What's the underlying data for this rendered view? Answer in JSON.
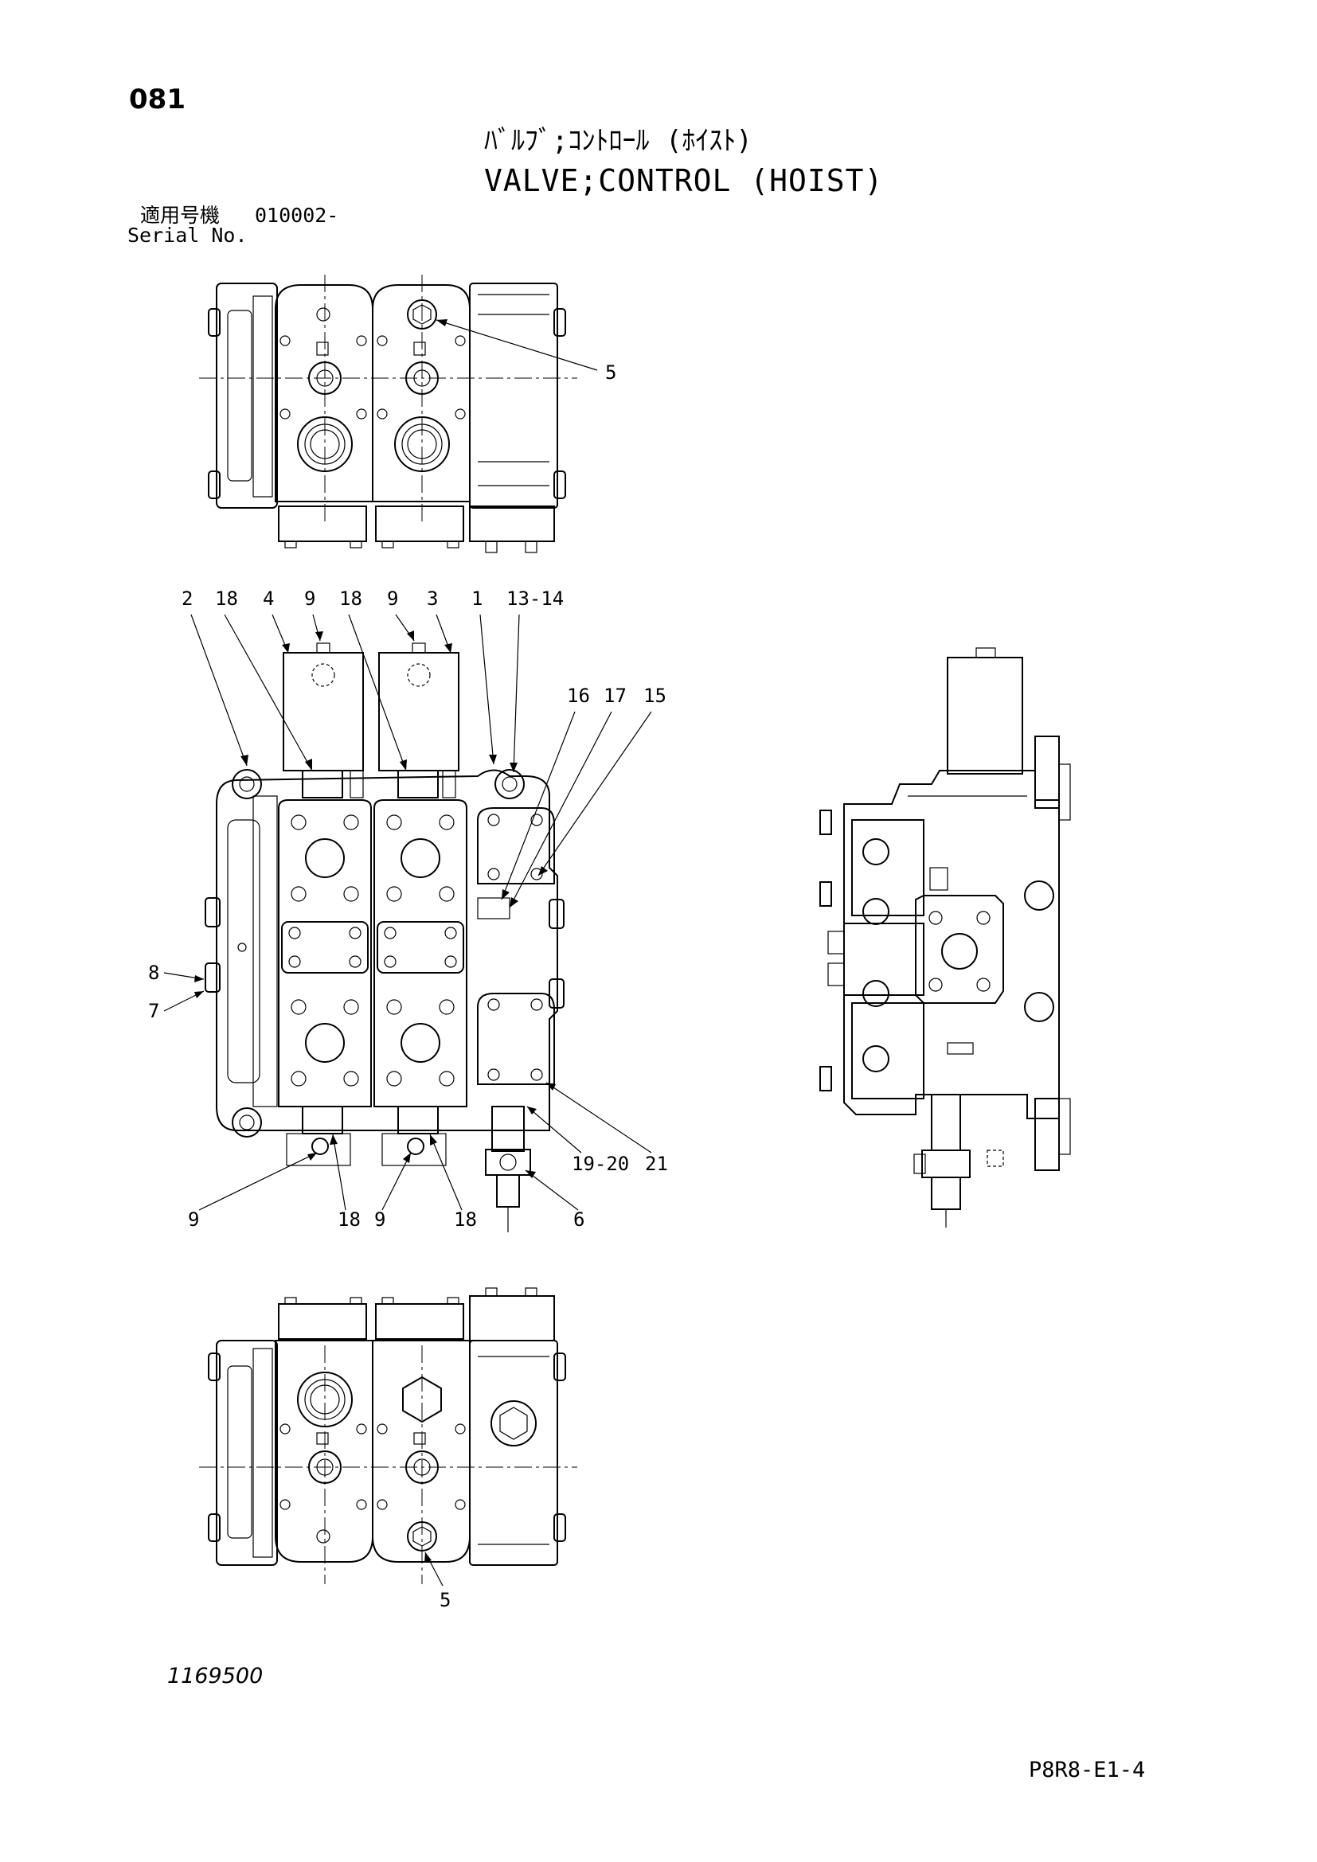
{
  "header": {
    "page_number": "081",
    "title_jp": "ﾊﾞﾙﾌﾞ;ｺﾝﾄﾛｰﾙ (ﾎｲｽﾄ)",
    "title_en": "VALVE;CONTROL (HOIST)",
    "serial_label_jp": "適用号機",
    "serial_value": "010002-",
    "serial_label_en": "Serial No."
  },
  "footer": {
    "drawing_number": "1169500",
    "sheet_code": "P8R8-E1-4"
  },
  "callouts": {
    "top_view": [
      "5"
    ],
    "front_top": [
      "2",
      "18",
      "4",
      "9",
      "18",
      "9",
      "3",
      "1",
      "13-14"
    ],
    "front_right": [
      "16",
      "17",
      "15"
    ],
    "front_left": [
      "8",
      "7"
    ],
    "front_bottom": [
      "9",
      "18",
      "9",
      "18",
      "6",
      "19-20",
      "21"
    ],
    "bottom_view": [
      "5"
    ]
  }
}
